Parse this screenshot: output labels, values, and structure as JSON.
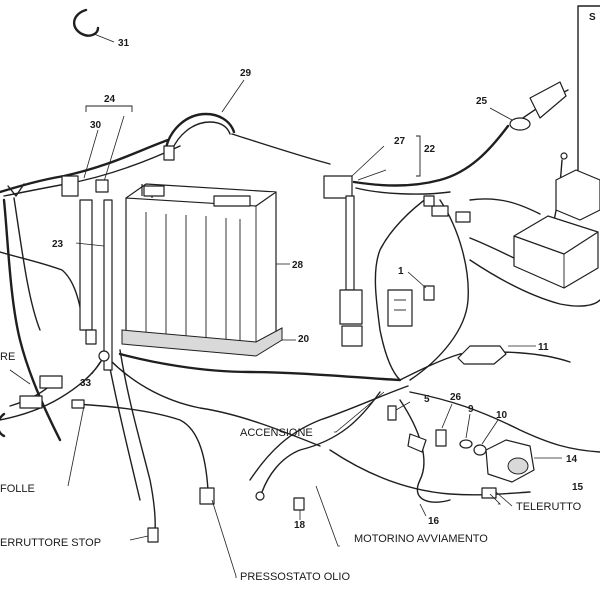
{
  "callouts": {
    "n1": "1",
    "n5": "5",
    "n9": "9",
    "n10": "10",
    "n11": "11",
    "n14": "14",
    "n15": "15",
    "n16": "16",
    "n18": "18",
    "n20": "20",
    "n22": "22",
    "n23": "23",
    "n24": "24",
    "n25": "25",
    "n26": "26",
    "n27": "27",
    "n28": "28",
    "n29": "29",
    "n30": "30",
    "n31": "31",
    "n33": "33"
  },
  "labels": {
    "accensione": "ACCENSIONE",
    "motorino": "MOTORINO AVVIAMENTO",
    "pressostato": "PRESSOSTATO OLIO",
    "interruttore_stop": "ERRUTTORE STOP",
    "folle": "FOLLE",
    "re": "RE",
    "teleruttore": "TELERUTTO"
  },
  "corner_letter": "S"
}
